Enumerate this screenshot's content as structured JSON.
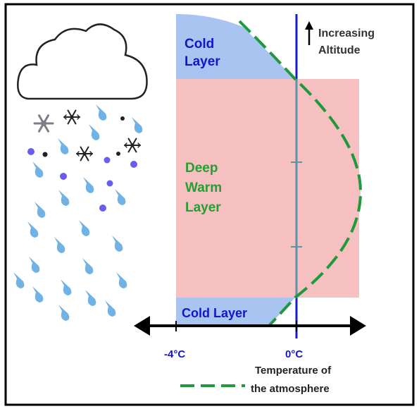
{
  "labels": {
    "cold_layer_top_line1": "Cold",
    "cold_layer_top_line2": "Layer",
    "warm_layer_line1": "Deep",
    "warm_layer_line2": "Warm",
    "warm_layer_line3": "Layer",
    "cold_layer_bottom": "Cold Layer",
    "altitude_line1": "Increasing",
    "altitude_line2": "Altitude",
    "tick_minus4": "-4°C",
    "tick_zero": "0°C",
    "legend_line1": "Temperature of",
    "legend_line2": "the atmosphere"
  },
  "colors": {
    "cold_layer": "#a9c4f0",
    "warm_layer": "#f6bfc0",
    "temperature_curve": "#1e9a3c",
    "zero_line": "#1a1ad6",
    "axis": "#000000",
    "label_blue": "#1515c8",
    "label_green": "#22a033",
    "raindrop": "#6fb2e6",
    "sleet_pellet": "#6a5cf0"
  },
  "icons": {
    "cloud": "cloud-icon",
    "snowflake": "snowflake-icon",
    "raindrop": "raindrop-icon",
    "up_arrow": "arrow-up-icon"
  }
}
